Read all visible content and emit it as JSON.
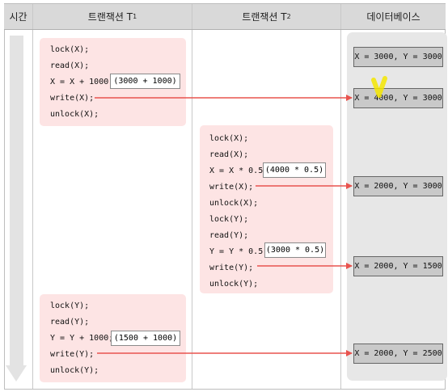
{
  "headers": {
    "time": "시간",
    "t1": "트랜잭션 T",
    "t1_sub": "1",
    "t2": "트랜잭션 T",
    "t2_sub": "2",
    "db": "데이터베이스"
  },
  "t1_block1": [
    "lock(X);",
    "read(X);",
    "X = X + 1000;",
    "write(X);",
    "unlock(X);"
  ],
  "t1_calc1": "(3000 + 1000)",
  "t2_block": [
    "lock(X);",
    "read(X);",
    "X = X * 0.5;",
    "write(X);",
    "unlock(X);",
    "lock(Y);",
    "read(Y);",
    "Y = Y * 0.5;",
    "write(Y);",
    "unlock(Y);"
  ],
  "t2_calc_x": "(4000 * 0.5)",
  "t2_calc_y": "(3000 * 0.5)",
  "t1_block2": [
    "lock(Y);",
    "read(Y);",
    "Y = Y + 1000;",
    "write(Y);",
    "unlock(Y);"
  ],
  "t1_calc2": "(1500 + 1000)",
  "db_states": [
    "X = 3000, Y = 3000",
    "X = 4000, Y = 3000",
    "X = 2000, Y = 3000",
    "X = 2000, Y = 1500",
    "X = 2000, Y = 2500"
  ],
  "colors": {
    "arrow": "#e8534e",
    "block": "#fde4e4",
    "header": "#d9d9d9",
    "db_box": "#c9c9c9",
    "highlight": "#f5e600"
  }
}
